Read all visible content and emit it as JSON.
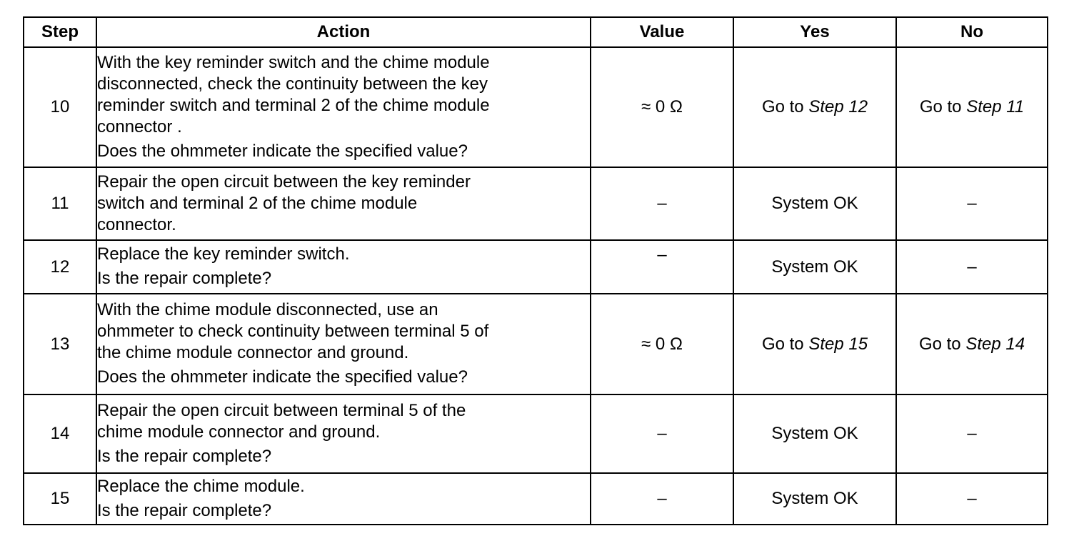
{
  "headers": {
    "step": "Step",
    "action": "Action",
    "value": "Value",
    "yes": "Yes",
    "no": "No"
  },
  "rows": [
    {
      "step": "10",
      "action_lines": [
        "With the key reminder switch and the chime module",
        "disconnected, check the continuity between the key",
        "reminder switch and terminal 2 of the chime module",
        "connector ."
      ],
      "question": "Does the ohmmeter indicate the specified value?",
      "value": "≈ 0 Ω",
      "yes_prefix": "Go to ",
      "yes_step": "Step 12",
      "no_prefix": "Go to ",
      "no_step": "Step 11"
    },
    {
      "step": "11",
      "action_lines": [
        "Repair the open circuit between the key reminder",
        "switch and terminal 2 of the chime module",
        "connector."
      ],
      "question": "",
      "value": "–",
      "yes": "System OK",
      "no": "–"
    },
    {
      "step": "12",
      "action_lines": [
        "Replace the key reminder switch."
      ],
      "question": "Is the repair complete?",
      "value": "–",
      "yes": "System OK",
      "no": "–"
    },
    {
      "step": "13",
      "action_lines": [
        "With the chime module disconnected, use an",
        "ohmmeter to check continuity between terminal 5 of",
        "the chime module connector and ground."
      ],
      "question": "Does the ohmmeter indicate the specified value?",
      "value": "≈ 0 Ω",
      "yes_prefix": "Go to ",
      "yes_step": "Step 15",
      "no_prefix": "Go to ",
      "no_step": "Step 14"
    },
    {
      "step": "14",
      "action_lines": [
        "Repair the open circuit between terminal 5 of the",
        "chime module connector and ground."
      ],
      "question": "Is the repair complete?",
      "value": "–",
      "yes": "System OK",
      "no": "–"
    },
    {
      "step": "15",
      "action_lines": [
        "Replace the chime module."
      ],
      "question": "Is the repair complete?",
      "value": "–",
      "yes": "System OK",
      "no": "–"
    }
  ]
}
